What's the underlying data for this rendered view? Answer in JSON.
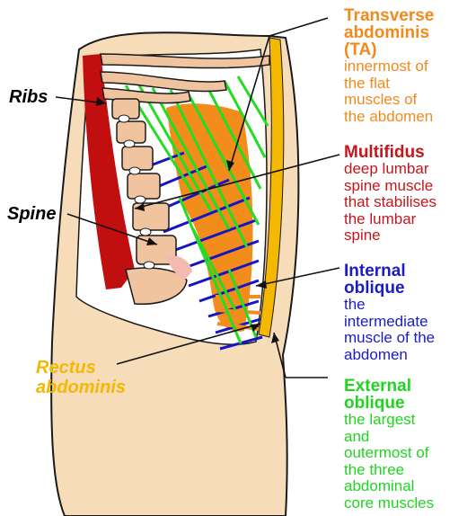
{
  "colors": {
    "skin": "#f6dcb8",
    "bone": "#f0c49e",
    "multifidus": "#c00f0e",
    "transverse": "#f28c1a",
    "internal": "#1515c7",
    "external": "#22dd22",
    "rectus": "#f5b800",
    "outline": "#1a1a1a"
  },
  "labels": {
    "ribs": "Ribs",
    "spine": "Spine",
    "rectus": [
      "Rectus",
      "abdominis"
    ]
  },
  "legend": [
    {
      "key": "transverse",
      "title": [
        "Transverse",
        "abdominis",
        "(TA)"
      ],
      "desc": [
        "innermost of",
        "the flat",
        "muscles of",
        "the abdomen"
      ],
      "color": "#f08a1c"
    },
    {
      "key": "multifidus",
      "title": [
        "Multifidus"
      ],
      "desc": [
        "deep lumbar",
        "spine muscle",
        "that stabilises",
        "the lumbar",
        "spine"
      ],
      "color": "#c4161c"
    },
    {
      "key": "internal",
      "title": [
        "Internal",
        "oblique"
      ],
      "desc": [
        "the",
        "intermediate",
        "muscle of the",
        "abdomen"
      ],
      "color": "#1c1cc4"
    },
    {
      "key": "external",
      "title": [
        "External",
        "oblique"
      ],
      "desc": [
        "the largest",
        "and",
        "outermost of",
        "the three",
        "abdominal",
        "core muscles"
      ],
      "color": "#22d322"
    }
  ]
}
